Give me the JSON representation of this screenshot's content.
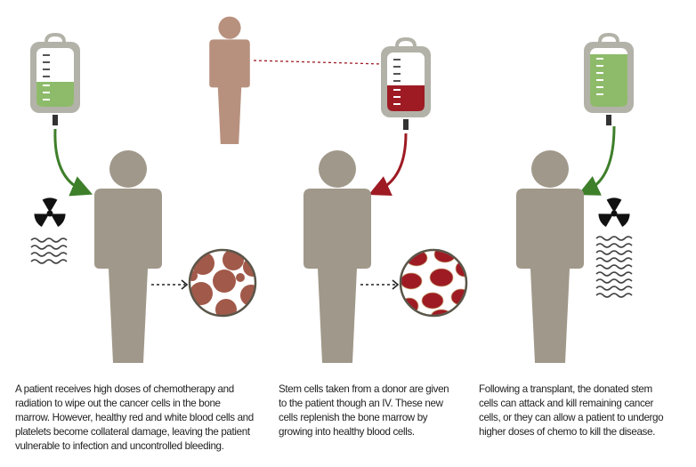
{
  "colors": {
    "figure": "#a0988a",
    "donor": "#b8917e",
    "green": "#8dbb6a",
    "green_arrow": "#3e7f2a",
    "red": "#9e1b24",
    "bag": "#b3b2a8",
    "damaged_cell": "#a1594a"
  },
  "captions": [
    {
      "text": "A patient receives high doses of chemotherapy and radiation to wipe out the cancer cells in the bone marrow. However, healthy red and white blood cells and platelets become collateral damage, leaving the patient vulnerable to infection and uncontrolled bleeding."
    },
    {
      "text": "Stem cells taken from a donor are given to the patient though an IV. These new cells replenish the bone marrow by growing into healthy blood cells."
    },
    {
      "text": "Following a transplant, the donated stem cells can attack and kill remaining cancer cells, or they can allow a patient to undergo higher doses of chemo to kill the disease."
    }
  ],
  "icons": [
    "iv-bag-icon",
    "radiation-icon",
    "person-icon",
    "blood-cells-icon"
  ]
}
